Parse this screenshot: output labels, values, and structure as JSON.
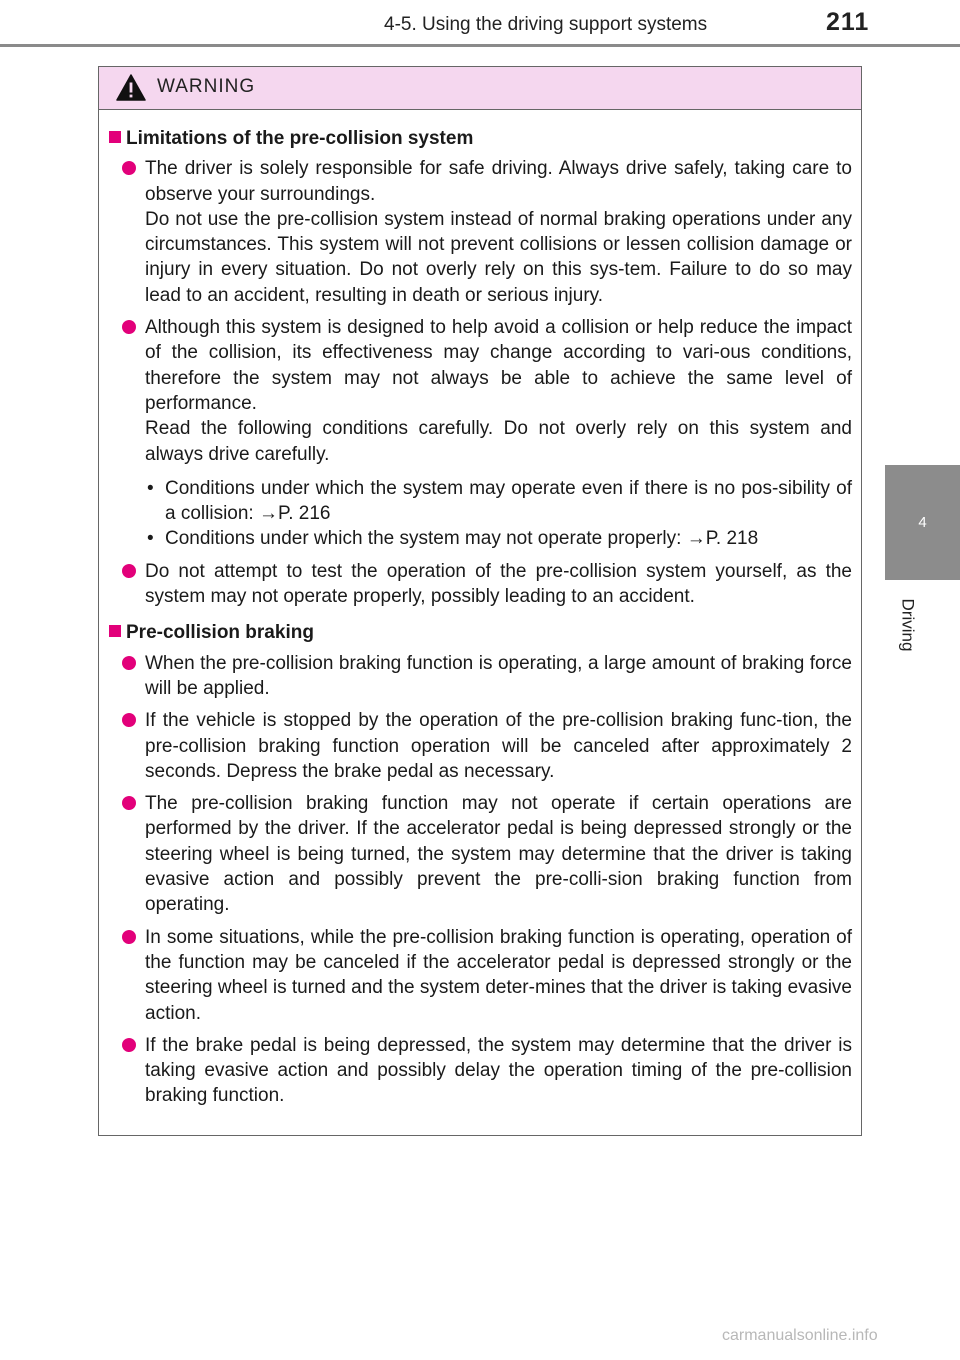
{
  "header": {
    "section_title": "4-5. Using the driving support systems",
    "page_number": "211"
  },
  "side_tab": {
    "chapter_number": "4",
    "chapter_name": "Driving"
  },
  "warning": {
    "title": "WARNING",
    "sections": [
      {
        "heading": "Limitations of the pre-collision system",
        "bullets": [
          {
            "paragraphs": [
              "The driver is solely responsible for safe driving. Always drive safely, taking care to observe your surroundings.",
              "Do not use the pre-collision system instead of normal braking operations under any circumstances. This system will not prevent collisions or lessen collision damage or injury in every situation. Do not overly rely on this sys-tem. Failure to do so may lead to an accident, resulting in death or serious injury."
            ]
          },
          {
            "paragraphs": [
              "Although this system is designed to help avoid a collision or help reduce the impact of the collision, its effectiveness may change according to vari-ous conditions, therefore the system may not always be able to achieve the same level of performance.",
              "Read the following conditions carefully. Do not overly rely on this system and always drive carefully."
            ],
            "sub_items": [
              "Conditions under which the system may operate even if there is no pos-sibility of a collision: →P. 216",
              "Conditions under which the system may not operate properly: →P. 218"
            ]
          },
          {
            "paragraphs": [
              "Do not attempt to test the operation of the pre-collision system yourself, as the system may not operate properly, possibly leading to an accident."
            ]
          }
        ]
      },
      {
        "heading": "Pre-collision braking",
        "bullets": [
          {
            "paragraphs": [
              "When the pre-collision braking function is operating, a large amount of braking force will be applied."
            ]
          },
          {
            "paragraphs": [
              "If the vehicle is stopped by the operation of the pre-collision braking func-tion, the pre-collision braking function operation will be canceled after approximately 2 seconds. Depress the brake pedal as necessary."
            ]
          },
          {
            "paragraphs": [
              "The pre-collision braking function may not operate if certain operations are performed by the driver. If the accelerator pedal is being depressed strongly or the steering wheel is being turned, the system may determine that the driver is taking evasive action and possibly prevent the pre-colli-sion braking function from operating."
            ]
          },
          {
            "paragraphs": [
              "In some situations, while the pre-collision braking function is operating, operation of the function may be canceled if the accelerator pedal is depressed strongly or the steering wheel is turned and the system deter-mines that the driver is taking evasive action."
            ]
          },
          {
            "paragraphs": [
              "If the brake pedal is being depressed, the system may determine that the driver is taking evasive action and possibly delay the operation timing of the pre-collision braking function."
            ]
          }
        ]
      }
    ]
  },
  "watermark": "carmanualsonline.info",
  "colors": {
    "accent": "#e2007a",
    "warning_header_bg": "#f5d7ef",
    "tab_gray": "#8c8c8c"
  }
}
